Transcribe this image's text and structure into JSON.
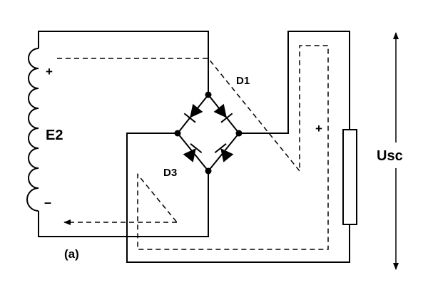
{
  "labels": {
    "source": "E2",
    "plus_source": "+",
    "minus_source": "–",
    "diode_top": "D1",
    "diode_bottom": "D3",
    "plus_load": "+",
    "output_voltage": "Usc",
    "figure_caption": "(a)"
  },
  "colors": {
    "ink": "#000000",
    "background": "#ffffff"
  }
}
